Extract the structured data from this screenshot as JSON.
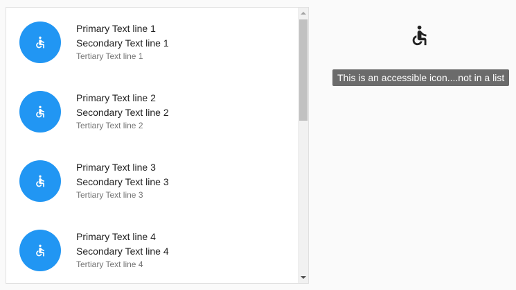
{
  "list": {
    "items": [
      {
        "primary": "Primary Text line 1",
        "secondary": "Secondary Text line 1",
        "tertiary": "Tertiary Text line 1",
        "icon": "accessible-icon"
      },
      {
        "primary": "Primary Text line 2",
        "secondary": "Secondary Text line 2",
        "tertiary": "Tertiary Text line 2",
        "icon": "accessible-icon"
      },
      {
        "primary": "Primary Text line 3",
        "secondary": "Secondary Text line 3",
        "tertiary": "Tertiary Text line 3",
        "icon": "accessible-icon"
      },
      {
        "primary": "Primary Text line 4",
        "secondary": "Secondary Text line 4",
        "tertiary": "Tertiary Text line 4",
        "icon": "accessible-icon"
      }
    ],
    "avatar_color": "#2196f3"
  },
  "standalone": {
    "icon": "accessible-icon",
    "tooltip": "This is an accessible icon....not in a list"
  }
}
